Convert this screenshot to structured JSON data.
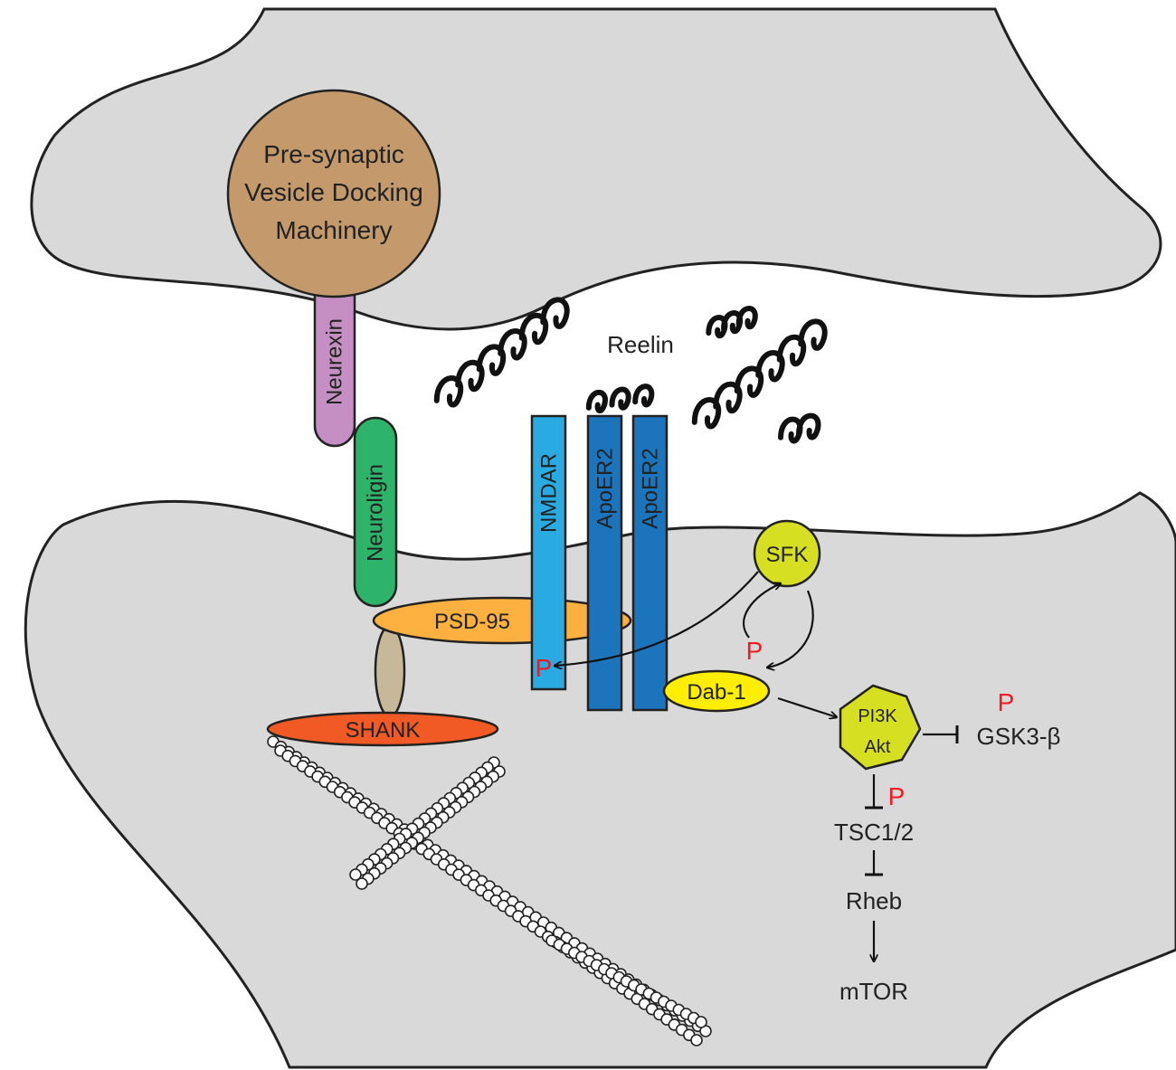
{
  "colors": {
    "cell": "#d9d9d9",
    "outline": "#222222",
    "brown": "#c49a6c",
    "purple": "#c58fc4",
    "green": "#2eb36a",
    "orange": "#fbb040",
    "tan": "#c8b89a",
    "shank": "#f15a24",
    "nmdar": "#29abe2",
    "apoer": "#1c75bc",
    "yellow": "#ffee00",
    "lime": "#d7df23",
    "red": "#ed1c24"
  },
  "labels": {
    "presynaptic_line1": "Pre-synaptic",
    "presynaptic_line2": "Vesicle Docking",
    "presynaptic_line3": "Machinery",
    "neurexin": "Neurexin",
    "neuroligin": "Neuroligin",
    "psd95": "PSD-95",
    "shank": "SHANK",
    "nmdar": "NMDAR",
    "apoer2_a": "ApoER2",
    "apoer2_b": "ApoER2",
    "reelin": "Reelin",
    "sfk": "SFK",
    "dab1": "Dab-1",
    "pi3k": "PI3K",
    "akt": "Akt",
    "gsk3b": "GSK3-β",
    "tsc": "TSC1/2",
    "rheb": "Rheb",
    "mtor": "mTOR",
    "p_nmdar": "P",
    "p_dab": "P",
    "p_gsk": "P",
    "p_tsc": "P"
  }
}
